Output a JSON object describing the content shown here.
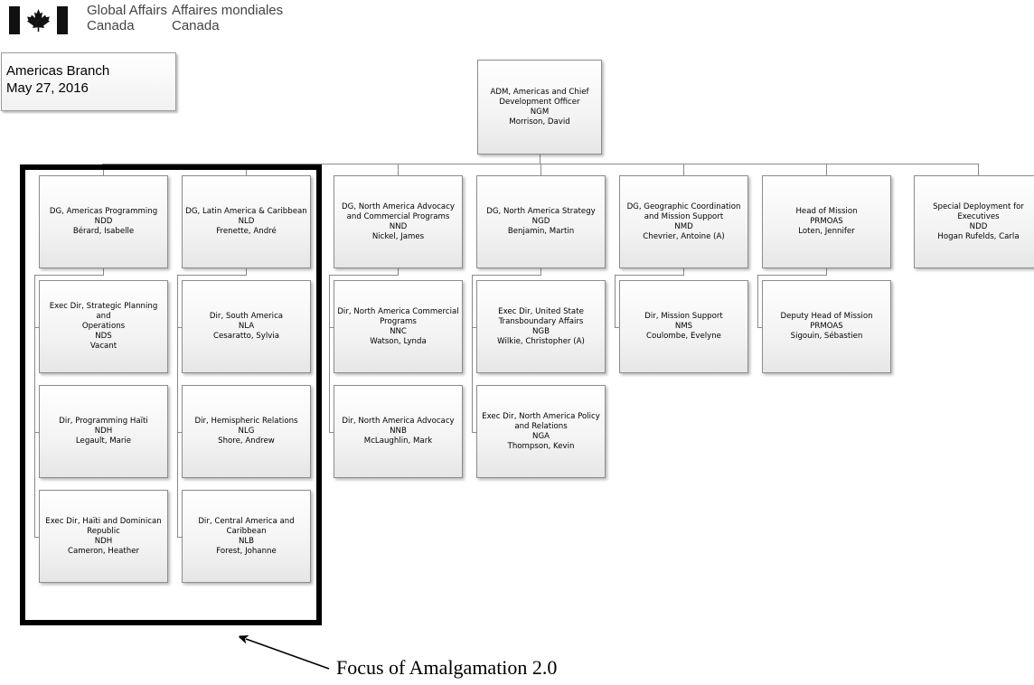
{
  "header": {
    "dept_en": [
      "Global Affairs",
      "Canada"
    ],
    "dept_fr": [
      "Affaires mondiales",
      "Canada"
    ],
    "logo_icon": "canada-flag-icon"
  },
  "info": {
    "branch": "Americas Branch",
    "date": "May 27, 2016"
  },
  "org": {
    "adm": [
      "ADM, Americas and Chief",
      "Development Officer",
      "NGM",
      "Morrison, David"
    ],
    "columns": [
      {
        "head": [
          "DG, Americas Programming",
          "NDD",
          "Bérard, Isabelle"
        ],
        "children": [
          [
            "Exec Dir, Strategic Planning and",
            "Operations",
            "NDS",
            "Vacant"
          ],
          [
            "Dir, Programming Haïti",
            "NDH",
            "Legault, Marie"
          ],
          [
            "Exec Dir, Haïti and Dominican",
            "Republic",
            "NDH",
            "Cameron, Heather"
          ]
        ]
      },
      {
        "head": [
          "DG, Latin America & Caribbean",
          "NLD",
          "Frenette, André"
        ],
        "children": [
          [
            "Dir, South America",
            "NLA",
            "Cesaratto, Sylvia"
          ],
          [
            "Dir, Hemispheric Relations",
            "NLG",
            "Shore, Andrew"
          ],
          [
            "Dir, Central America and",
            "Caribbean",
            "NLB",
            "Forest, Johanne"
          ]
        ]
      },
      {
        "head": [
          "DG, North America Advocacy",
          "and Commercial Programs",
          "NND",
          "Nickel, James"
        ],
        "children": [
          [
            "Dir, North America Commercial",
            "Programs",
            "NNC",
            "Watson, Lynda"
          ],
          [
            "Dir, North America Advocacy",
            "NNB",
            "McLaughlin, Mark"
          ]
        ]
      },
      {
        "head": [
          "DG, North America Strategy",
          "NGD",
          "Benjamin, Martin"
        ],
        "children": [
          [
            "Exec Dir, United State",
            "Transboundary Affairs",
            "NGB",
            "Wilkie, Christopher (A)"
          ],
          [
            "Exec Dir, North America Policy",
            "and Relations",
            "NGA",
            "Thompson, Kevin"
          ]
        ]
      },
      {
        "head": [
          "DG, Geographic Coordination",
          "and Mission Support",
          "NMD",
          "Chevrier, Antoine (A)"
        ],
        "children": [
          [
            "Dir, Mission Support",
            "NMS",
            "Coulombe, Evelyne"
          ]
        ]
      },
      {
        "head": [
          "Head of Mission",
          "PRMOAS",
          "Loten, Jennifer"
        ],
        "children": [
          [
            "Deputy Head of Mission",
            "PRMOAS",
            "Sigouin, Sébastien"
          ]
        ]
      },
      {
        "head": [
          "Special Deployment for",
          "Executives",
          "NDD",
          "Hogan Rufelds, Carla"
        ],
        "children": []
      }
    ]
  },
  "annotation": {
    "label": "Focus of Amalgamation 2.0",
    "icon": "arrow-icon"
  }
}
